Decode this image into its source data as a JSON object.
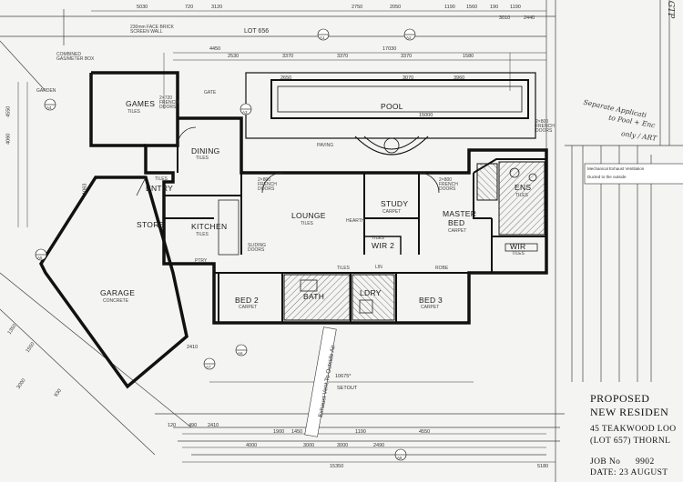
{
  "rooms": {
    "games": "GAMES",
    "games_floor": "TILES",
    "dining": "DINING",
    "dining_floor": "TILES",
    "entry": "ENTRY",
    "entry_floor": "TILES",
    "store": "STORE",
    "kitchen": "KITCHEN",
    "kitchen_floor": "TILES",
    "garage": "GARAGE",
    "garage_floor": "CONCRETE",
    "lounge": "LOUNGE",
    "lounge_floor": "TILES",
    "study": "STUDY",
    "study_floor": "CARPET",
    "master_bed_1": "MASTER",
    "master_bed_2": "BED",
    "master_floor": "CARPET",
    "ens": "ENS",
    "ens_floor": "TILES",
    "wir1": "WIR",
    "wir1_floor": "TILES",
    "wir2": "WIR 2",
    "wir2_floor": "TILES",
    "bed2": "BED 2",
    "bed2_floor": "CARPET",
    "bath": "BATH",
    "ldry": "LDRY",
    "bed3": "BED 3",
    "bed3_floor": "CARPET",
    "pool": "POOL",
    "paving": "PAVING",
    "hearth": "HEARTH",
    "tiles_hall": "TILES",
    "pantry": "PTRY",
    "robe": "ROBE",
    "linen": "LIN"
  },
  "labels": {
    "lot": "LOT 656",
    "face_brick": "230mm FACE BRICK SCREEN WALL",
    "combined_box": "COMBINED GAS/METER BOX",
    "garden1": "GARDEN",
    "french1": "2×720 FRENCH DOORS",
    "french2": "2×800 FRENCH DOORS",
    "french3": "2×800 FRENCH DOORS",
    "french4": "2×800 FRENCH DOORS",
    "gate": "GATE",
    "sliding": "SLIDING DOORS",
    "setout": "SETOUT",
    "setout_dim": "10675*",
    "note_vent": "Exhaust Vent To Outside Air",
    "mech_note_1": "Mechanical Exhaust Ventilation",
    "mech_note_2": "Ducted to the outside",
    "hand_note_1": "Separate Applicati",
    "hand_note_2": "to Pool + Enc",
    "hand_note_3": "only / ART",
    "corner_note": "GTP"
  },
  "title_block": {
    "proposed": "PROPOSED",
    "new_residence": "NEW RESIDEN",
    "address1": "45 TEAKWOOD LOO",
    "address2": "(LOT 657) THORNL",
    "job_label": "JOB No",
    "job_no": "9902",
    "date_label": "DATE:",
    "date": "23 AUGUST"
  },
  "sections": [
    "A1",
    "A2",
    "A3",
    "A4",
    "A5",
    "A6",
    "A7",
    "A8"
  ],
  "dims_top": [
    "5030",
    "720",
    "3120",
    "2750",
    "2050",
    "1190",
    "1560",
    "190",
    "3010",
    "2440",
    "1190"
  ],
  "dims_house": [
    "4450",
    "2530",
    "3370",
    "3370",
    "3370",
    "1580",
    "17030",
    "2650",
    "3070",
    "3960",
    "15000"
  ],
  "dims_bottom": [
    "2410",
    "120",
    "490",
    "2410",
    "1450",
    "1190",
    "2490",
    "4550",
    "3000",
    "4000",
    "1900",
    "3000",
    "15350",
    "5180"
  ],
  "dims_left": [
    "4550",
    "4060",
    "1063",
    "1350",
    "1550",
    "930",
    "3000"
  ]
}
